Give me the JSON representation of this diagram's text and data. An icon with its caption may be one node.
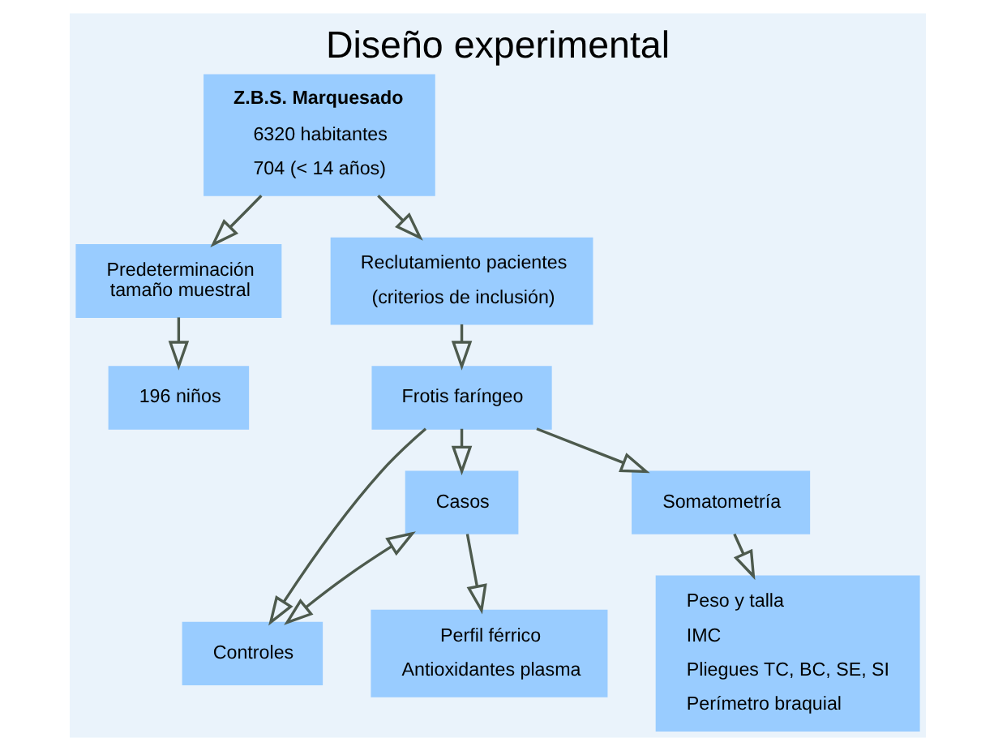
{
  "diagram": {
    "title": "Diseño experimental",
    "nodes": [
      {
        "text": [
          "Z.B.S. Marquesado",
          "6320 habitantes",
          "704 (< 14 años)"
        ]
      },
      {
        "text": [
          "Predeterminación tamaño muestral"
        ]
      },
      {
        "text": [
          "Reclutamiento pacientes",
          "(criterios de inclusión)"
        ]
      },
      {
        "text": [
          "196 niños"
        ]
      },
      {
        "text": [
          "Frotis faríngeo"
        ]
      },
      {
        "text": [
          "Casos"
        ]
      },
      {
        "text": [
          "Controles"
        ]
      },
      {
        "text": [
          "Somatometría"
        ]
      },
      {
        "text": [
          "Peso y talla",
          "IMC",
          "Pliegues TC, BC, SE, SI",
          "Perímetro braquial"
        ]
      },
      {
        "text": [
          "Perfil férrico",
          "Antioxidantes plasma"
        ]
      }
    ],
    "edges": [
      {
        "from": 0,
        "to": 1,
        "arrow": "to"
      },
      {
        "from": 0,
        "to": 2,
        "arrow": "to"
      },
      {
        "from": 1,
        "to": 3,
        "arrow": "to"
      },
      {
        "from": 2,
        "to": 4,
        "arrow": "to"
      },
      {
        "from": 4,
        "to": 5,
        "arrow": "to"
      },
      {
        "from": 4,
        "to": 6,
        "arrow": "to"
      },
      {
        "from": 5,
        "to": 6,
        "arrow": "both"
      },
      {
        "from": 4,
        "to": 7,
        "arrow": "to"
      },
      {
        "from": 7,
        "to": 8,
        "arrow": "to"
      },
      {
        "from": 5,
        "to": 9,
        "arrow": "to"
      }
    ]
  }
}
